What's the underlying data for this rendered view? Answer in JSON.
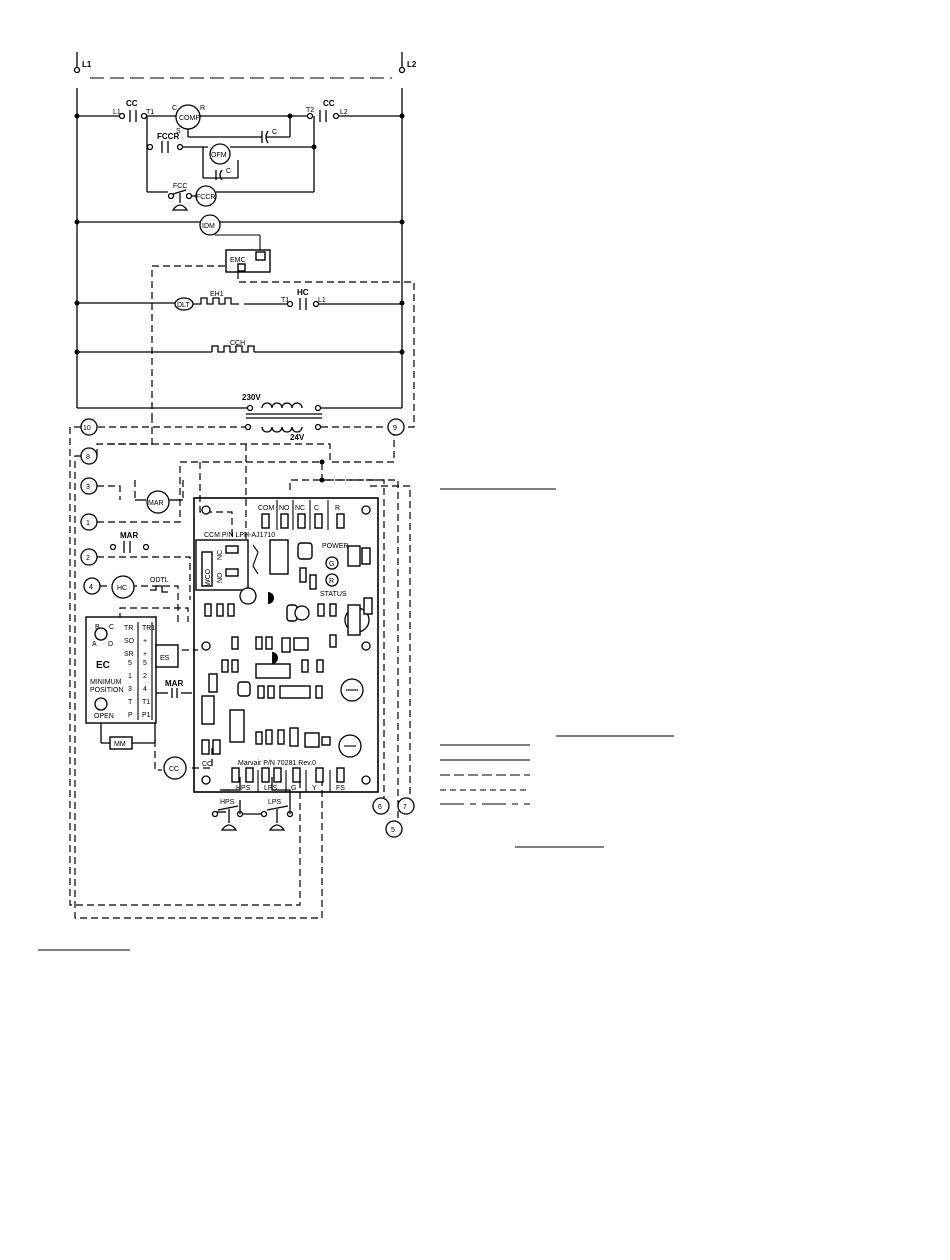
{
  "lines": {
    "l1": "L1",
    "l2": "L2"
  },
  "power": {
    "cc": "CC",
    "cc_l1": "L1",
    "cc_t1": "T1",
    "cc_t2": "T2",
    "cc_l2": "L2",
    "comp": "COMP",
    "comp_c": "C",
    "comp_r": "R",
    "comp_s": "S",
    "cap_c": "C",
    "fccr": "FCCR",
    "ofm": "OFM",
    "ofm_cap": "C",
    "fcc": "FCC",
    "fccr_coil": "FCCR",
    "idm": "IDM",
    "emc": "EMC",
    "dlt": "DLT",
    "eh1": "EH1",
    "hc": "HC",
    "hc_t1": "T1",
    "hc_l1": "L1",
    "cch": "CCH",
    "v230": "230V",
    "v24": "24V"
  },
  "terminals": [
    "10",
    "9",
    "8",
    "3",
    "1",
    "2",
    "4",
    "6",
    "7",
    "5"
  ],
  "control": {
    "mar": "MAR",
    "mar2": "MAR",
    "mar3": "MAR",
    "hc": "HC",
    "odt": "ODTL",
    "ec": "EC",
    "ec_abcd": [
      "B",
      "C",
      "A",
      "D"
    ],
    "ec_terms": [
      "TR",
      "SO",
      "SR",
      "5",
      "1",
      "3",
      "T",
      "P"
    ],
    "ec_terms_right": [
      "TR1",
      "+",
      "+",
      "5",
      "2",
      "4",
      "T1",
      "P1"
    ],
    "min_pos": "MINIMUM",
    "min_pos2": "POSITION",
    "open": "OPEN",
    "es": "ES",
    "mm": "MM",
    "cc_coil": "CC",
    "cc_label": "CC",
    "hps": "HPS",
    "lps": "LPS"
  },
  "board": {
    "top_terms": [
      "COM",
      "NO",
      "NC",
      "C",
      "R"
    ],
    "ccm": "CCM P/N LPH-AJ1710",
    "nc": "NC",
    "no": "NO",
    "wco": "WCO",
    "power": "POWER",
    "g": "G",
    "r": "R",
    "status": "STATUS",
    "part": "Marvair P/N 70281 Rev.0",
    "bottom_terms": [
      "HPS",
      "LPS",
      "G",
      "Y",
      "FS"
    ],
    "cc": "CC"
  }
}
